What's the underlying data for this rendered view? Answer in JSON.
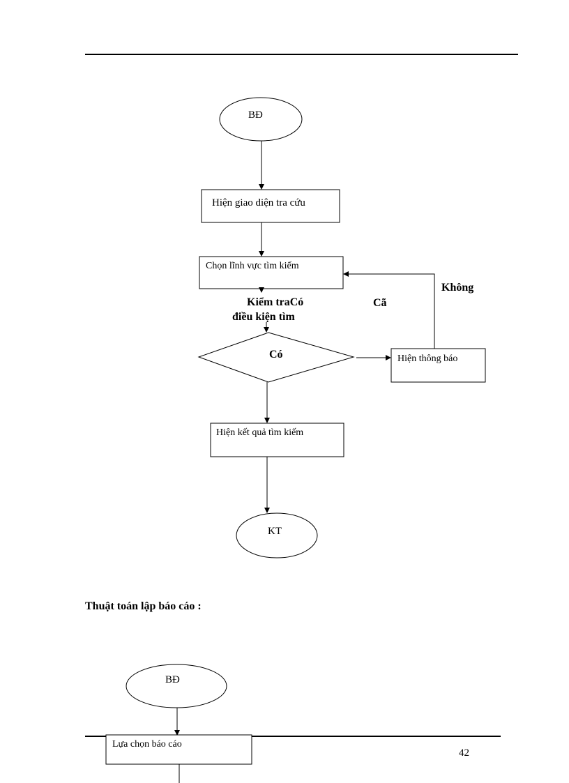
{
  "flowchart1": {
    "start_label": "BĐ",
    "show_search_ui": "Hiện giao diện tra cứu",
    "choose_field": "Chọn lĩnh vực tìm kiếm",
    "check_line1": "Kiểm traCó",
    "check_line2": "điều kiện tìm",
    "cax_label": "Cã",
    "no_label": "Không",
    "yes_label": "Có",
    "show_message": "Hiện thông báo",
    "show_results": "Hiện kết quả tìm kiếm",
    "end_label": "KT"
  },
  "section_title": "Thuật toán lập báo cáo :",
  "flowchart2": {
    "start_label": "BĐ",
    "choose_report": "Lựa chọn báo cáo"
  },
  "page_number": "42"
}
